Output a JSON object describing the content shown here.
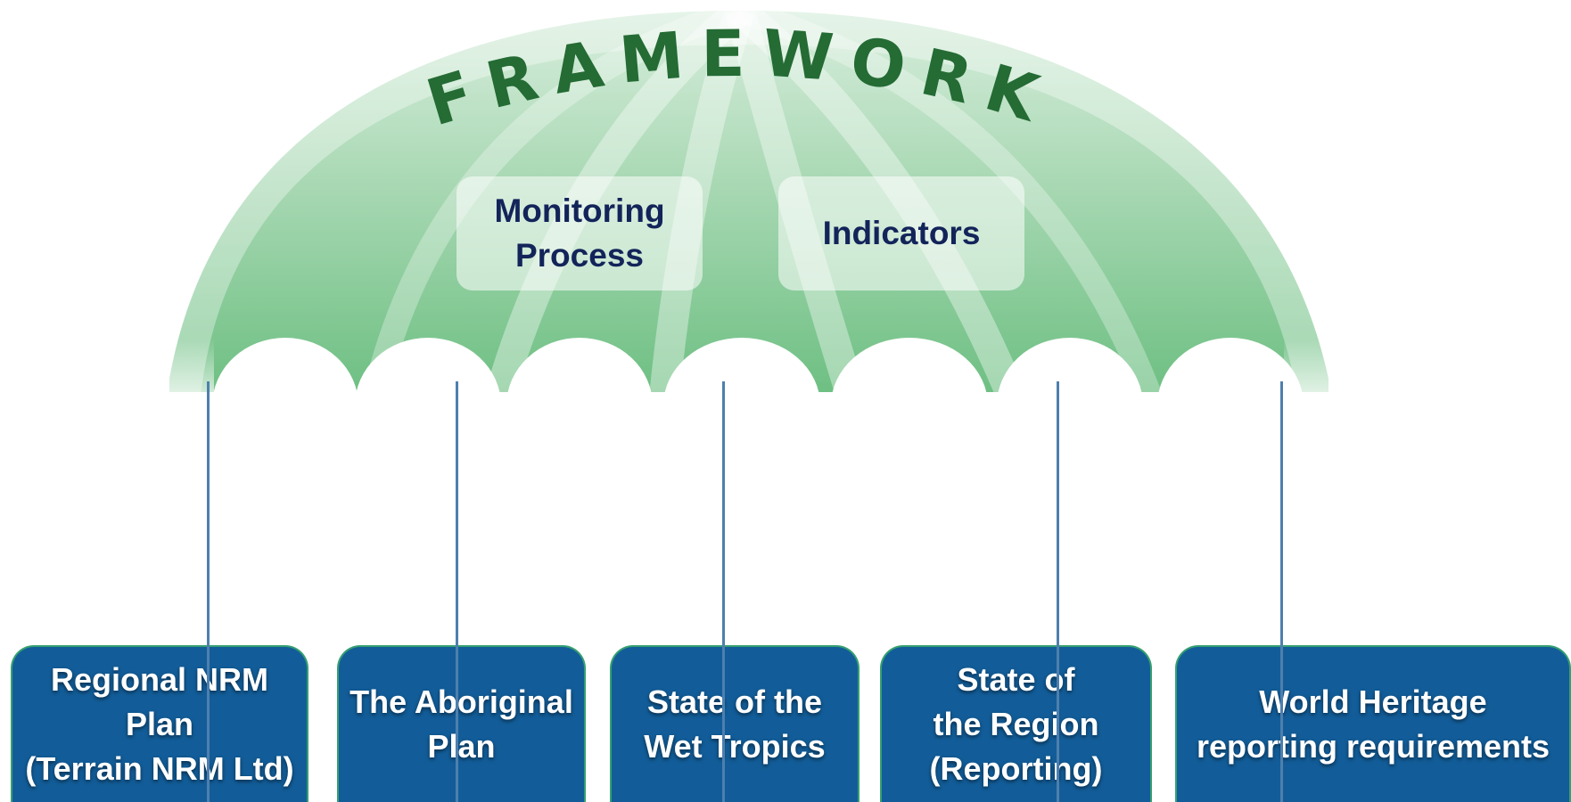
{
  "umbrella": {
    "title": "FRAMEWORK",
    "panes": [
      "Monitoring\nProcess",
      "Indicators"
    ]
  },
  "boxes": [
    "Regional NRM Plan\n(Terrain NRM Ltd)",
    "The Aboriginal\nPlan",
    "State of the\nWet Tropics",
    "State of\nthe Region\n(Reporting)",
    "World Heritage\nreporting requirements"
  ],
  "colors": {
    "canopy_green": "#6fbf83",
    "title_green": "#246b34",
    "box_blue": "#125d99",
    "box_border": "#36a071",
    "string_blue": "#4d7fae",
    "pane_text": "#13245a"
  }
}
